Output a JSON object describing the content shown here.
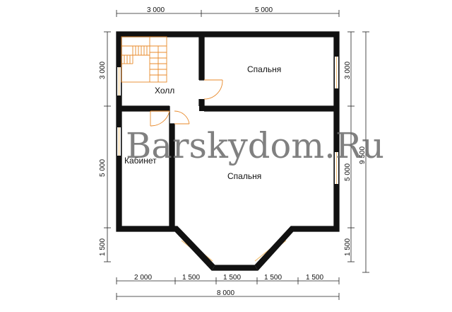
{
  "rooms": {
    "holl": "Холл",
    "bedroom_top": "Спальня",
    "bedroom_main": "Спальня",
    "cabinet": "Кабинет"
  },
  "dimensions": {
    "top_left": "3 000",
    "top_right": "5 000",
    "left_top": "3 000",
    "left_mid": "5 000",
    "left_bottom": "1 500",
    "right_top": "3 000",
    "right_mid": "5 000",
    "right_bottom": "1 500",
    "right_total": "9 500",
    "bottom_1": "2 000",
    "bottom_2": "1 500",
    "bottom_3": "1 500",
    "bottom_4": "1 500",
    "bottom_5": "1 500",
    "bottom_total": "8 000"
  },
  "watermark": "Barskydom.Ru",
  "colors": {
    "wall": "#111111",
    "stairs": "#e8892a",
    "window": "#f3c27a"
  }
}
